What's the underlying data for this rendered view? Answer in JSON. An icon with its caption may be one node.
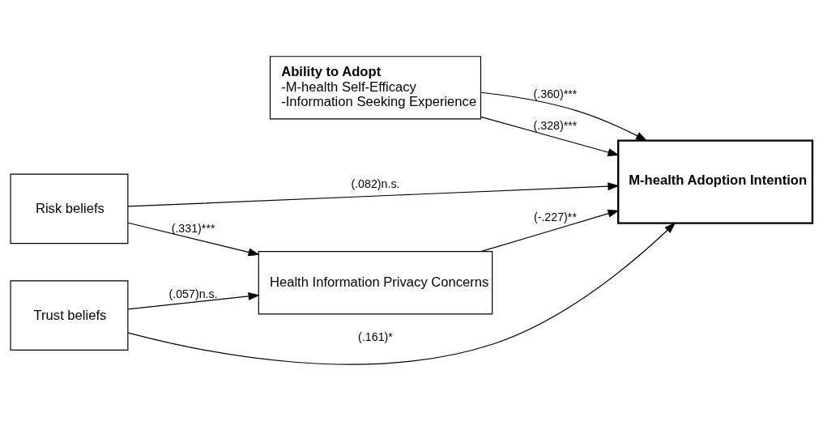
{
  "diagram": {
    "nodes": [
      {
        "text": [
          "Ability to Adopt",
          "-M-health Self-Efficacy",
          "-Information Seeking Experience"
        ]
      },
      {
        "text": [
          "Risk beliefs"
        ]
      },
      {
        "text": [
          "Health Information Privacy Concerns"
        ]
      },
      {
        "text": [
          "Trust beliefs"
        ]
      },
      {
        "text": [
          "M-health Adoption Intention"
        ]
      }
    ],
    "edges": [
      {
        "from": 0,
        "to": 4,
        "arrow": "to",
        "label": "(.360)***"
      },
      {
        "from": 0,
        "to": 4,
        "arrow": "to",
        "label": "(.328)***"
      },
      {
        "from": 1,
        "to": 4,
        "arrow": "to",
        "label": "(.082)n.s."
      },
      {
        "from": 1,
        "to": 2,
        "arrow": "to",
        "label": "(.331)***"
      },
      {
        "from": 3,
        "to": 2,
        "arrow": "to",
        "label": "(.057)n.s."
      },
      {
        "from": 2,
        "to": 4,
        "arrow": "to",
        "label": "(-.227)**"
      },
      {
        "from": 3,
        "to": 4,
        "arrow": "to",
        "label": "(.161)*"
      }
    ]
  }
}
